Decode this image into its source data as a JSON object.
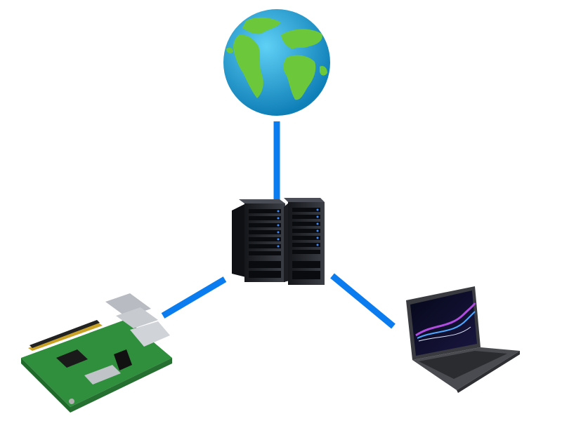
{
  "diagram": {
    "nodes": [
      {
        "id": "internet",
        "icon": "globe-icon"
      },
      {
        "id": "server",
        "icon": "server-rack-icon"
      },
      {
        "id": "raspberry-pi",
        "icon": "raspberry-pi-board-icon"
      },
      {
        "id": "laptop",
        "icon": "laptop-icon"
      }
    ],
    "edges": [
      {
        "from": "server",
        "to": "internet"
      },
      {
        "from": "server",
        "to": "raspberry-pi"
      },
      {
        "from": "server",
        "to": "laptop"
      }
    ],
    "colors": {
      "link": "#0b7cf0",
      "ocean": "#1e9fd4",
      "land": "#6cc83a",
      "server": "#1f2126",
      "board": "#2f8f3c",
      "laptop": "#3a3b40"
    }
  }
}
